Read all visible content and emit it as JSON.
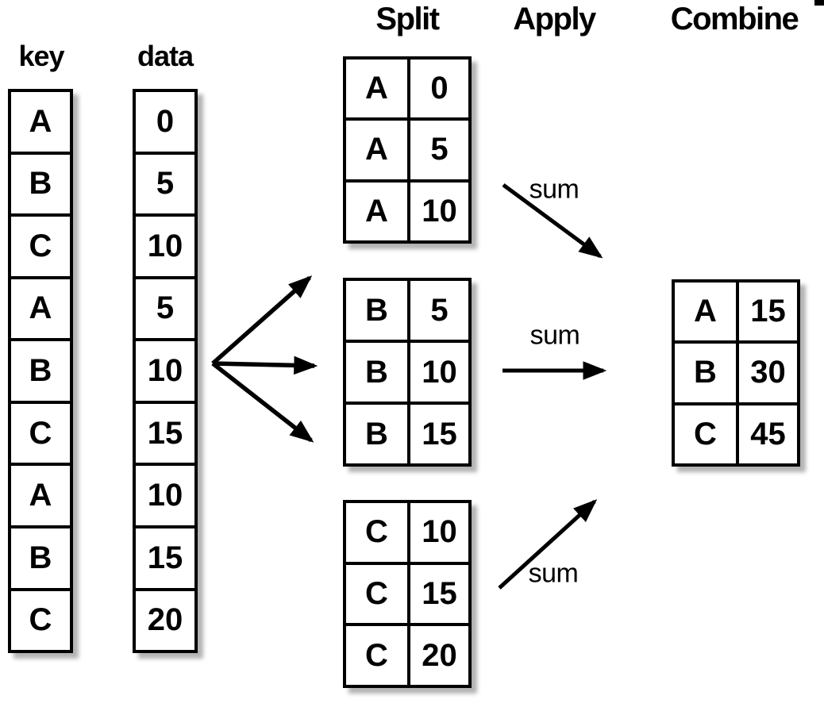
{
  "headers": {
    "key": "key",
    "data": "data",
    "split": "Split",
    "apply": "Apply",
    "combine": "Combine"
  },
  "key_column": [
    "A",
    "B",
    "C",
    "A",
    "B",
    "C",
    "A",
    "B",
    "C"
  ],
  "data_column": [
    "0",
    "5",
    "10",
    "5",
    "10",
    "15",
    "10",
    "15",
    "20"
  ],
  "split_tables": {
    "a": {
      "rows": [
        [
          "A",
          "0"
        ],
        [
          "A",
          "5"
        ],
        [
          "A",
          "10"
        ]
      ]
    },
    "b": {
      "rows": [
        [
          "B",
          "5"
        ],
        [
          "B",
          "10"
        ],
        [
          "B",
          "15"
        ]
      ]
    },
    "c": {
      "rows": [
        [
          "C",
          "10"
        ],
        [
          "C",
          "15"
        ],
        [
          "C",
          "20"
        ]
      ]
    }
  },
  "apply": {
    "labels": [
      "sum",
      "sum",
      "sum"
    ]
  },
  "combine_table": {
    "rows": [
      [
        "A",
        "15"
      ],
      [
        "B",
        "30"
      ],
      [
        "C",
        "45"
      ]
    ]
  },
  "colors": {
    "ink": "#000000",
    "background": "#ffffff"
  }
}
